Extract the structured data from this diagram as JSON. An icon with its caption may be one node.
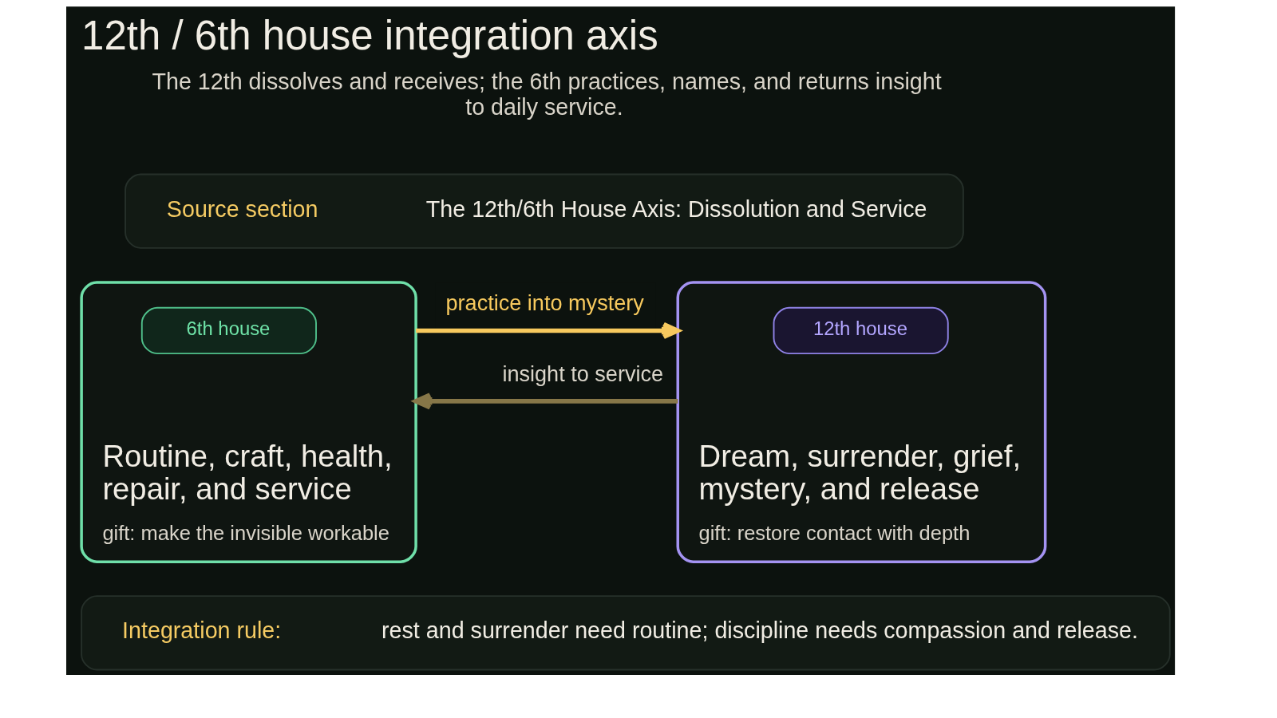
{
  "diagram": {
    "title": "12th / 6th house integration axis",
    "nodes": [
      {
        "text": [
          "Source section",
          "The 12th/6th House Axis: Dissolution and Service"
        ]
      },
      {
        "text": [
          "Routine, craft, health, repair, and service",
          "gift: make the invisible workable"
        ]
      },
      {
        "text": [
          "6th house"
        ],
        "in": 1
      },
      {
        "text": [
          "Dream, surrender, grief, mystery, and release",
          "gift: restore contact with depth"
        ]
      },
      {
        "text": [
          "12th house"
        ],
        "in": 3
      },
      {
        "text": [
          "Integration rule:",
          "rest and surrender need routine; discipline needs compassion and release."
        ]
      }
    ],
    "edges": [
      {
        "from": 1,
        "to": 3,
        "arrow": "to",
        "label": "practice into mystery",
        "color": "#f7c95e"
      },
      {
        "from": 3,
        "to": 1,
        "arrow": "to",
        "label": "insight to service",
        "color": "#877748"
      }
    ],
    "labels": [
      "The 12th dissolves and receives; the 6th practices, names, and returns insight to daily service."
    ]
  }
}
